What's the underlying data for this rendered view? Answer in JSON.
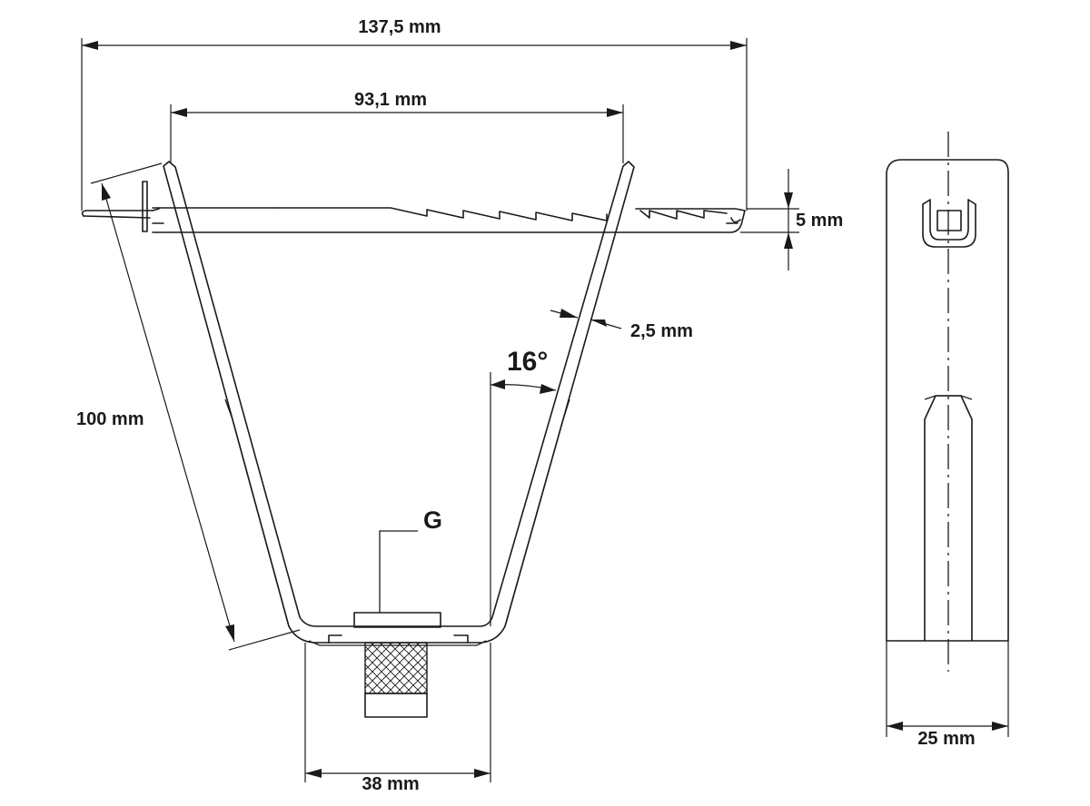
{
  "dimensions": {
    "overall_width": "137,5 mm",
    "top_opening": "93,1 mm",
    "thickness_top": "5 mm",
    "sheet_thickness": "2,5 mm",
    "side_angle": "16°",
    "side_length": "100 mm",
    "base_width": "38 mm",
    "depth": "25 mm"
  },
  "callouts": {
    "g_label": "G"
  }
}
